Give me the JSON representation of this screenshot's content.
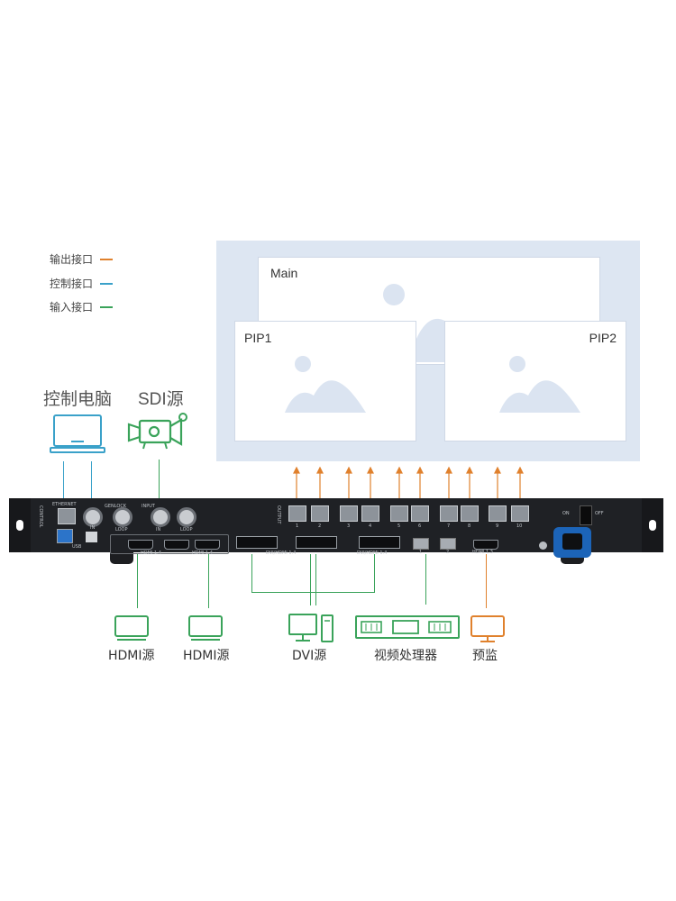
{
  "colors": {
    "output": "#e0812d",
    "control": "#3aa1c9",
    "input": "#3aa35a",
    "canvas": "#dde6f2"
  },
  "legend": [
    {
      "label": "输出接口",
      "color": "#e0812d"
    },
    {
      "label": "控制接口",
      "color": "#3aa1c9"
    },
    {
      "label": "输入接口",
      "color": "#3aa35a"
    }
  ],
  "layers": {
    "main": "Main",
    "pip1": "PIP1",
    "pip2": "PIP2"
  },
  "top_devices": {
    "pc": "控制电脑",
    "sdi": "SDI源"
  },
  "bottom_devices": {
    "hdmi1": "HDMI源",
    "hdmi2": "HDMI源",
    "dvi": "DVI源",
    "processor": "视频处理器",
    "preview": "预监"
  },
  "panel": {
    "control": "CONTROL",
    "ethernet": "ETHERNET",
    "usb": "USB",
    "in": "IN",
    "genlock": "GENLOCK",
    "loop": "LOOP",
    "input": "INPUT",
    "output": "OUTPUT",
    "on": "ON",
    "off": "OFF",
    "hdmi14_1": "HDMI 1.4",
    "hdmi14_2": "HDMI 1.4",
    "dvi_a": "DVI/HDMI 1.4",
    "dvi_b": "DVI/HDMI 1.4",
    "hdmi13": "HDMI 1.3",
    "port_numbers": [
      "1",
      "2",
      "3",
      "4",
      "5",
      "6",
      "7",
      "8",
      "9",
      "10"
    ],
    "sfp_numbers": [
      "1",
      "2"
    ]
  }
}
